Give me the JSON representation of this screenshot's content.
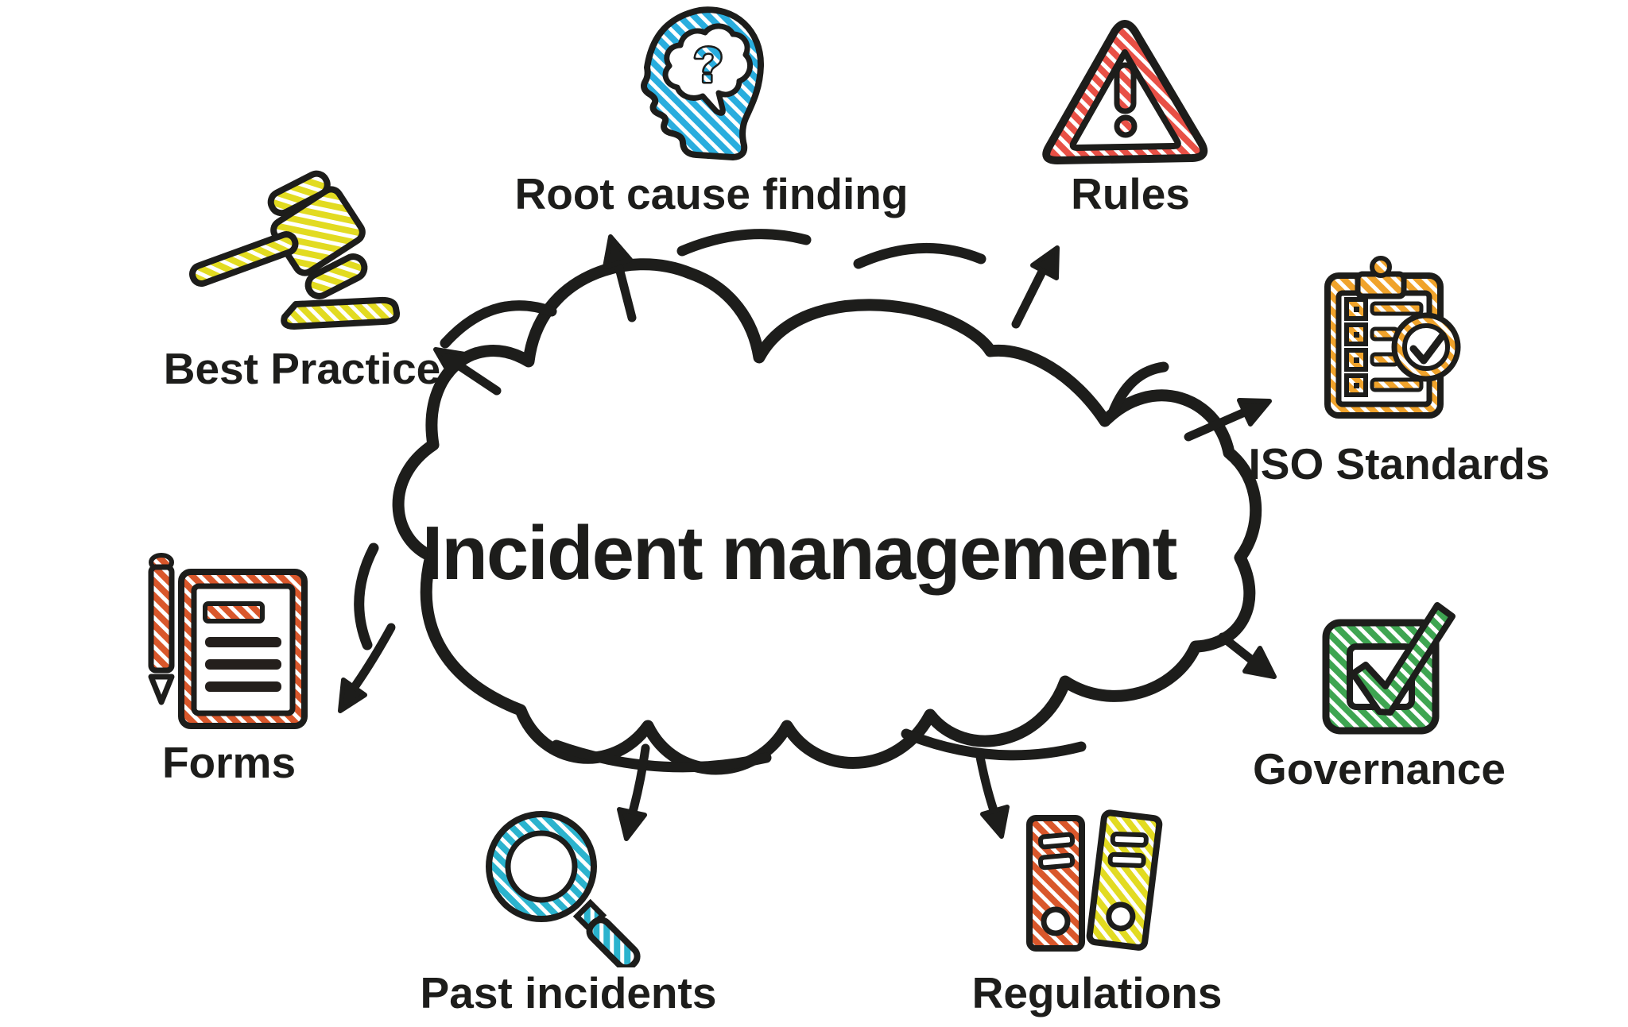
{
  "diagram": {
    "type": "mind-map-cloud",
    "background": "#FFFFFF",
    "outline_color": "#1D1D1B",
    "center": {
      "title": "Incident management"
    },
    "nodes": [
      {
        "label": "Root cause finding",
        "icon": "head-question-icon",
        "color": "#29ADDE",
        "position": "top-center-left"
      },
      {
        "label": "Rules",
        "icon": "warning-triangle-icon",
        "color": "#E85046",
        "position": "top-right"
      },
      {
        "label": "Best Practice",
        "icon": "gavel-icon",
        "color": "#E2DB21",
        "position": "upper-left"
      },
      {
        "label": "ISO Standards",
        "icon": "clipboard-checklist-icon",
        "color": "#F0A32B",
        "position": "upper-right"
      },
      {
        "label": "Forms",
        "icon": "document-pen-icon",
        "color": "#D9572B",
        "position": "left"
      },
      {
        "label": "Governance",
        "icon": "checkbox-check-icon",
        "color": "#3EA551",
        "position": "right"
      },
      {
        "label": "Past incidents",
        "icon": "magnifier-icon",
        "color": "#2BB3CE",
        "position": "bottom-left"
      },
      {
        "label": "Regulations",
        "icon": "binders-icon",
        "color": "#D9572B",
        "secondary_color": "#E2DB21",
        "position": "bottom-right"
      }
    ]
  }
}
